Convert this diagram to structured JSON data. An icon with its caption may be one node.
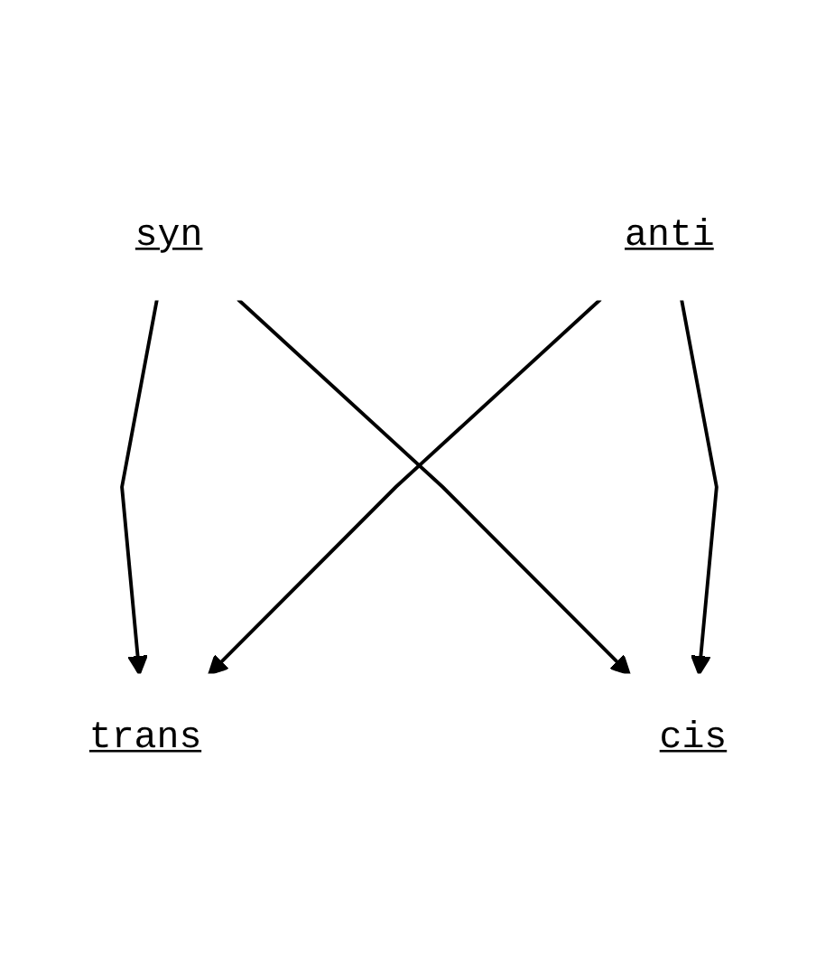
{
  "diagram": {
    "nodes": [
      {
        "text": [
          "syn"
        ]
      },
      {
        "text": [
          "trans"
        ]
      },
      {
        "text": [
          "cis"
        ]
      },
      {
        "text": [
          "anti"
        ]
      }
    ],
    "edges": [
      {
        "from": 0,
        "to": 1,
        "arrow": "to"
      },
      {
        "from": 0,
        "to": 2,
        "arrow": "to"
      },
      {
        "from": 3,
        "to": 1,
        "arrow": "to"
      },
      {
        "from": 3,
        "to": 2,
        "arrow": "to"
      }
    ]
  }
}
